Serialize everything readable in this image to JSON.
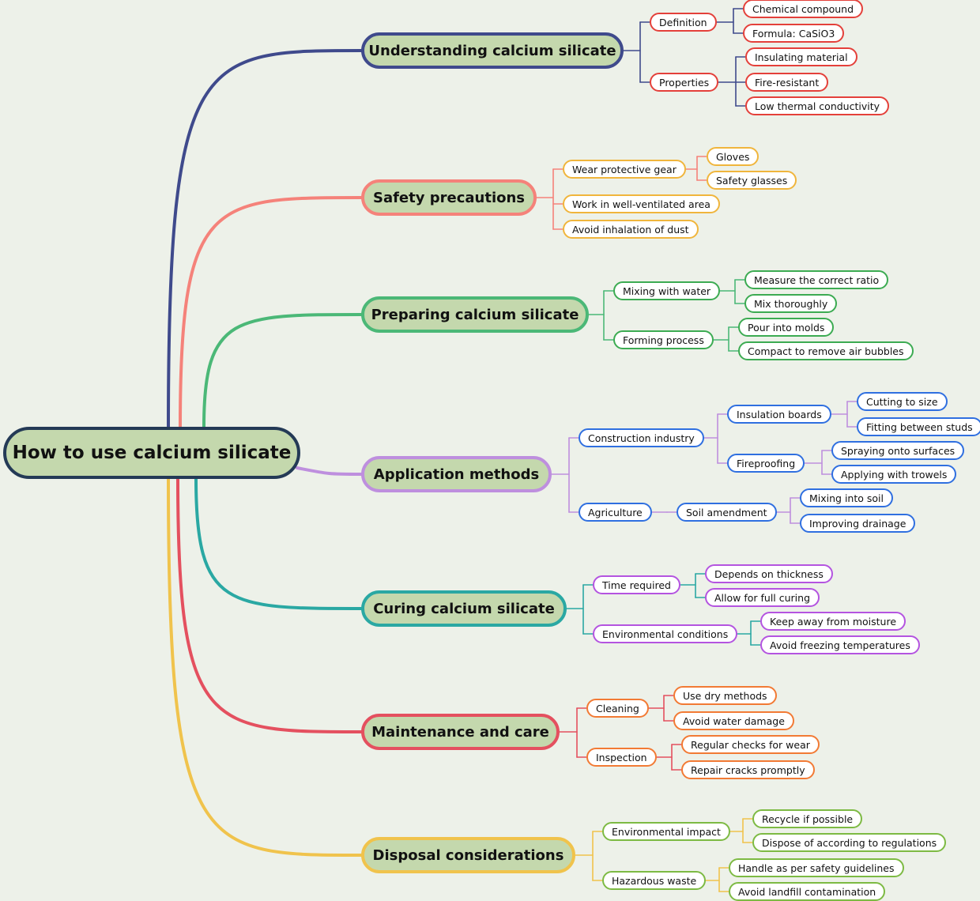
{
  "root": {
    "label": "How to use calcium silicate"
  },
  "branches": [
    {
      "label": "Understanding calcium silicate",
      "color": "#3f4a8c",
      "leaf_color": "#e4403a",
      "children": [
        {
          "label": "Definition",
          "children": [
            {
              "label": "Chemical compound"
            },
            {
              "label": "Formula: CaSiO3"
            }
          ]
        },
        {
          "label": "Properties",
          "children": [
            {
              "label": "Insulating material"
            },
            {
              "label": "Fire-resistant"
            },
            {
              "label": "Low thermal conductivity"
            }
          ]
        }
      ]
    },
    {
      "label": "Safety precautions",
      "color": "#f5827a",
      "leaf_color": "#f0b53c",
      "children": [
        {
          "label": "Wear protective gear",
          "children": [
            {
              "label": "Gloves"
            },
            {
              "label": "Safety glasses"
            }
          ]
        },
        {
          "label": "Work in well-ventilated area"
        },
        {
          "label": "Avoid inhalation of dust"
        }
      ]
    },
    {
      "label": "Preparing calcium silicate",
      "color": "#4bb877",
      "leaf_color": "#3cab52",
      "children": [
        {
          "label": "Mixing with water",
          "children": [
            {
              "label": "Measure the correct ratio"
            },
            {
              "label": "Mix thoroughly"
            }
          ]
        },
        {
          "label": "Forming process",
          "children": [
            {
              "label": "Pour into molds"
            },
            {
              "label": "Compact to remove air bubbles"
            }
          ]
        }
      ]
    },
    {
      "label": "Application methods",
      "color": "#be8fde",
      "leaf_color": "#2f6fe0",
      "children": [
        {
          "label": "Construction industry",
          "children": [
            {
              "label": "Insulation boards",
              "children": [
                {
                  "label": "Cutting to size"
                },
                {
                  "label": "Fitting between studs"
                }
              ]
            },
            {
              "label": "Fireproofing",
              "children": [
                {
                  "label": "Spraying onto surfaces"
                },
                {
                  "label": "Applying with trowels"
                }
              ]
            }
          ]
        },
        {
          "label": "Agriculture",
          "children": [
            {
              "label": "Soil amendment",
              "children": [
                {
                  "label": "Mixing into soil"
                },
                {
                  "label": "Improving drainage"
                }
              ]
            }
          ]
        }
      ]
    },
    {
      "label": "Curing calcium silicate",
      "color": "#2aa8a3",
      "leaf_color": "#b454e0",
      "children": [
        {
          "label": "Time required",
          "children": [
            {
              "label": "Depends on thickness"
            },
            {
              "label": "Allow for full curing"
            }
          ]
        },
        {
          "label": "Environmental conditions",
          "children": [
            {
              "label": "Keep away from moisture"
            },
            {
              "label": "Avoid freezing temperatures"
            }
          ]
        }
      ]
    },
    {
      "label": "Maintenance and care",
      "color": "#e4505f",
      "leaf_color": "#f27a34",
      "children": [
        {
          "label": "Cleaning",
          "children": [
            {
              "label": "Use dry methods"
            },
            {
              "label": "Avoid water damage"
            }
          ]
        },
        {
          "label": "Inspection",
          "children": [
            {
              "label": "Regular checks for wear"
            },
            {
              "label": "Repair cracks promptly"
            }
          ]
        }
      ]
    },
    {
      "label": "Disposal considerations",
      "color": "#f0c34c",
      "leaf_color": "#7dba43",
      "children": [
        {
          "label": "Environmental impact",
          "children": [
            {
              "label": "Recycle if possible"
            },
            {
              "label": "Dispose of according to regulations"
            }
          ]
        },
        {
          "label": "Hazardous waste",
          "children": [
            {
              "label": "Handle as per safety guidelines"
            },
            {
              "label": "Avoid landfill contamination"
            }
          ]
        }
      ]
    }
  ]
}
